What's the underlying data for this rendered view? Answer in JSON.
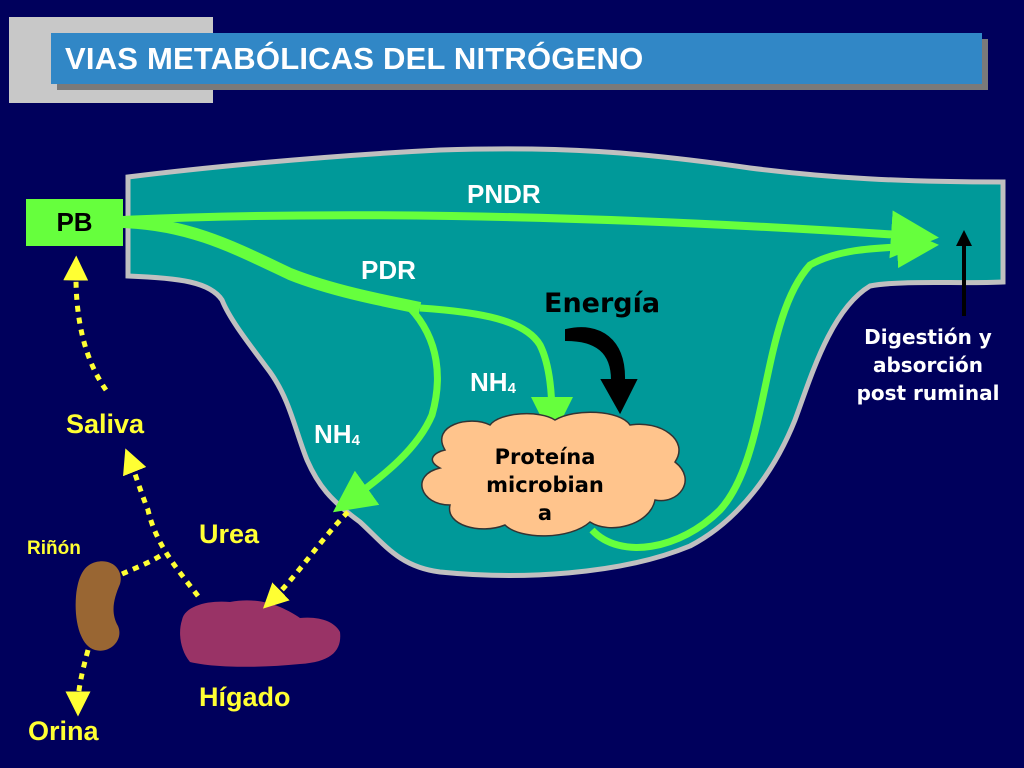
{
  "title": "VIAS METABÓLICAS DEL NITRÓGENO",
  "nodes": {
    "pb": "PB",
    "pndr": "PNDR",
    "pdr": "PDR",
    "energia": "Energía",
    "nh4_upper_base": "NH",
    "nh4_upper_sub": "4",
    "nh4_lower_base": "NH",
    "nh4_lower_sub": "4",
    "proteina_line1": "Proteína",
    "proteina_line2": "microbian",
    "proteina_line3": "a",
    "digestion_line1": "Digestión y",
    "digestion_line2": "absorción",
    "digestion_line3": "post ruminal",
    "saliva": "Saliva",
    "urea": "Urea",
    "rinon": "Riñón",
    "higado": "Hígado",
    "orina": "Orina"
  },
  "colors": {
    "background": "#00005c",
    "title_bar": "#3187c6",
    "rumen": "#009999",
    "green_arrow": "#66ff3d",
    "yellow_text": "#ffff33",
    "cloud": "#ffc48c",
    "liver": "#993366",
    "kidney": "#996633"
  }
}
